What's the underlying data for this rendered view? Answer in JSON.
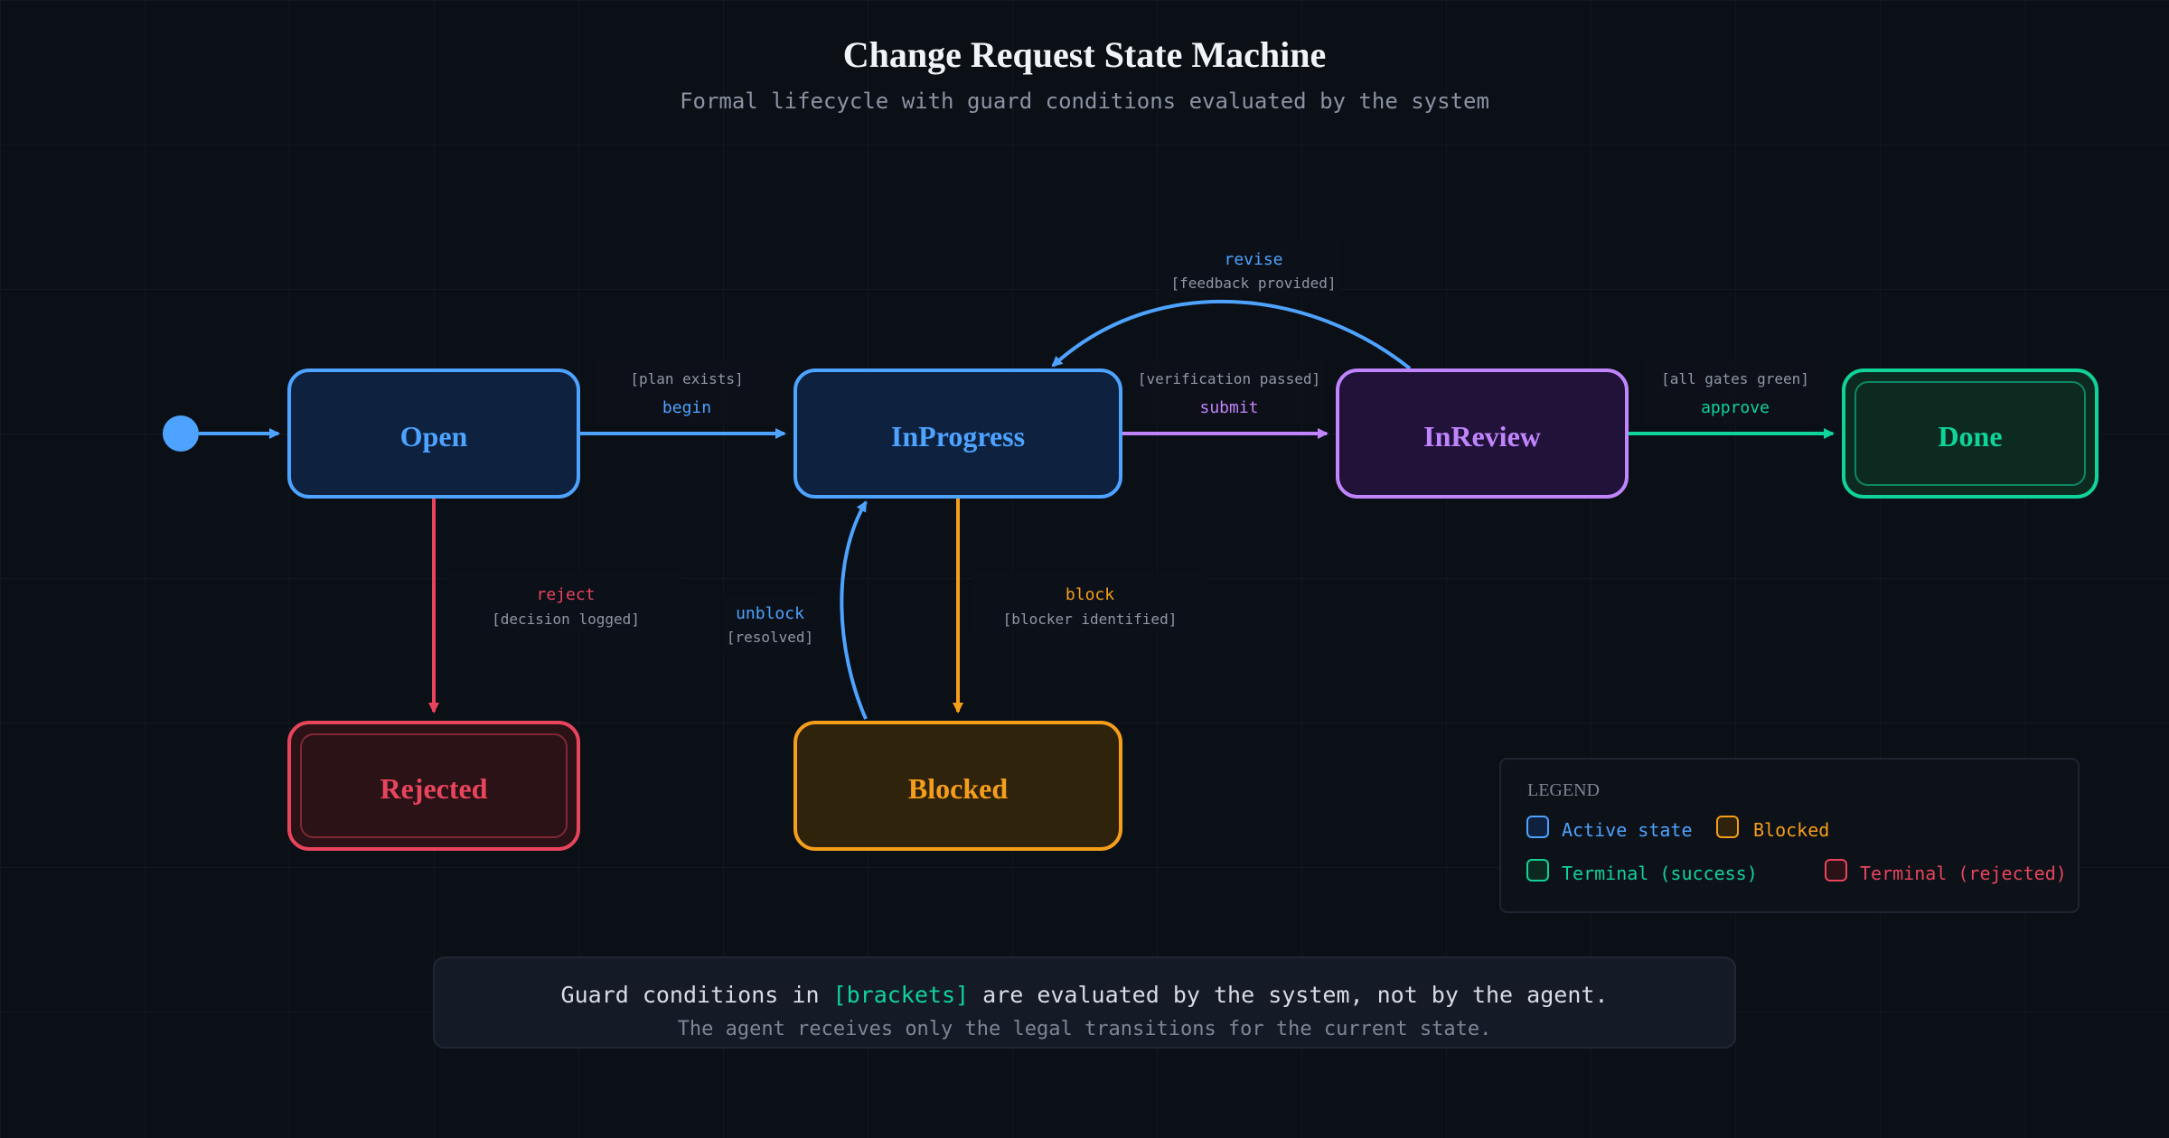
{
  "header": {
    "title": "Change Request State Machine",
    "subtitle": "Formal lifecycle with guard conditions evaluated by the system"
  },
  "states": {
    "open": "Open",
    "in_progress": "InProgress",
    "in_review": "InReview",
    "done": "Done",
    "rejected": "Rejected",
    "blocked": "Blocked"
  },
  "transitions": {
    "begin": {
      "event": "begin",
      "guard": "[plan exists]"
    },
    "submit": {
      "event": "submit",
      "guard": "[verification passed]"
    },
    "approve": {
      "event": "approve",
      "guard": "[all gates green]"
    },
    "revise": {
      "event": "revise",
      "guard": "[feedback provided]"
    },
    "reject": {
      "event": "reject",
      "guard": "[decision logged]"
    },
    "block": {
      "event": "block",
      "guard": "[blocker identified]"
    },
    "unblock": {
      "event": "unblock",
      "guard": "[resolved]"
    }
  },
  "legend": {
    "title": "LEGEND",
    "active": "Active state",
    "blocked": "Blocked",
    "terminal_success": "Terminal (success)",
    "terminal_rejected": "Terminal (rejected)"
  },
  "note": {
    "prefix": "Guard conditions in ",
    "highlight": "[brackets]",
    "suffix": " are evaluated by the system, not by the agent.",
    "sub": "The agent receives only the legal transitions for the current state."
  },
  "colors": {
    "background": "#0b0f16",
    "active": "#4da3ff",
    "review": "#c084fc",
    "success": "#10d39a",
    "rejected": "#e8455d",
    "blocked": "#f59e1b"
  }
}
